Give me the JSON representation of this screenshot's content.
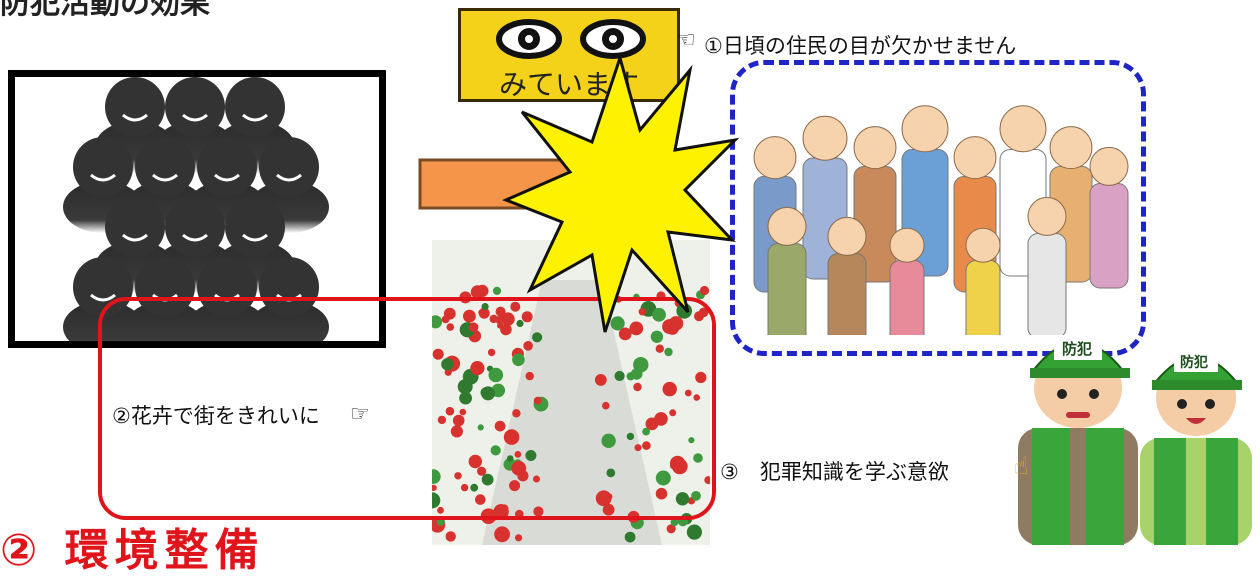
{
  "top_title": "防犯活動の効果",
  "sign": {
    "text": "みています"
  },
  "labels": {
    "residents_eyes": "①日頃の住民の目が欠かせません",
    "flowers": "②花卉で街をきれいに",
    "crime_knowledge": "③　犯罪知識を学ぶ意欲"
  },
  "caps": {
    "left": "防犯",
    "right": "防犯"
  },
  "bottom_title": "② 環境整備",
  "colors": {
    "arrow": "#f4954a",
    "burst": "#fff200",
    "red_frame": "#e0141b",
    "blue_frame": "#1f24c8",
    "sign_bg": "#f5d21a"
  }
}
